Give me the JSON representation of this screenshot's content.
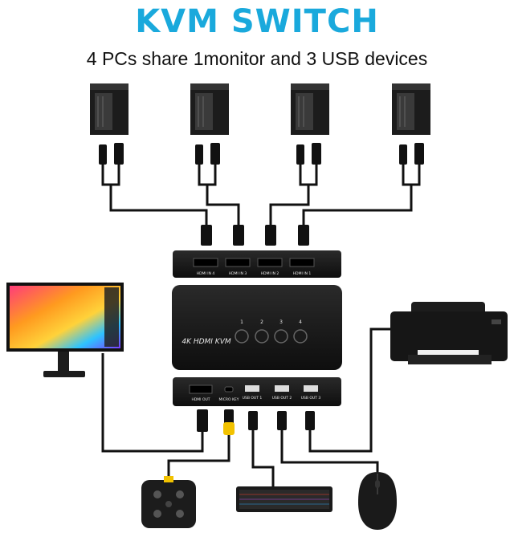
{
  "header": {
    "title": "KVM SWITCH",
    "subtitle": "4 PCs share 1monitor and 3 USB devices"
  },
  "switch": {
    "front_label": "4K HDMI KVM",
    "input_ports": [
      "HDMI IN 4",
      "HDMI IN 3",
      "HDMI IN 2",
      "HDMI IN 1"
    ],
    "buttons": [
      "1",
      "2",
      "3",
      "4"
    ],
    "output_ports": [
      "HDMI OUT",
      "MICRO KEY",
      "USB OUT 1",
      "USB OUT 2",
      "USB OUT 3"
    ]
  },
  "devices": {
    "pcs": [
      "pc-1",
      "pc-2",
      "pc-3",
      "pc-4"
    ],
    "peripherals": [
      "monitor",
      "printer",
      "keypad",
      "keyboard",
      "mouse"
    ]
  },
  "colors": {
    "title": "#1aa9dc",
    "device_body": "#1c1c1c",
    "cable": "#111111",
    "micro_cable": "#f2c200"
  }
}
